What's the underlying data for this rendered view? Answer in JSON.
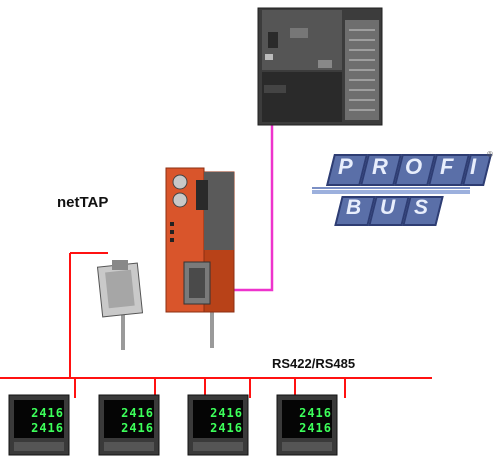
{
  "labels": {
    "nettap": "netTAP",
    "bus": "RS422/RS485"
  },
  "profibus_logo": {
    "top_letters": [
      "P",
      "R",
      "O",
      "F",
      "I"
    ],
    "bottom_letters": [
      "B",
      "U",
      "S"
    ],
    "registered": "®"
  },
  "controllers": [
    {
      "top": "2416",
      "bottom": "2416"
    },
    {
      "top": "2416",
      "bottom": "2416"
    },
    {
      "top": "2416",
      "bottom": "2416"
    },
    {
      "top": "2416",
      "bottom": "2416"
    }
  ],
  "colors": {
    "serial_bus": "#ff1111",
    "profibus_cable": "#ee33cc",
    "nettap_body": "#d9552b",
    "profi_letter_fill": "#5a6fa8"
  }
}
